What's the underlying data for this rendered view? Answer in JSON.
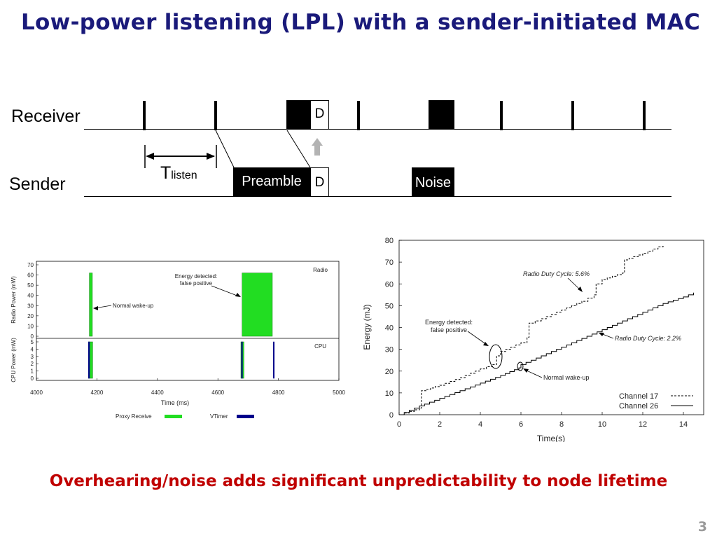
{
  "slide": {
    "title": "Low-power listening (LPL) with a sender-initiated MAC",
    "tagline": "Overhearing/noise adds significant unpredictability to node lifetime",
    "page_number": "3"
  },
  "timing_diagram": {
    "receiver_label": "Receiver",
    "sender_label": "Sender",
    "t_listen_main": "T",
    "t_listen_sub": "listen",
    "preamble_label": "Preamble",
    "data_label": "D",
    "noise_label": "Noise",
    "colors": {
      "blocks": "#000000",
      "arrow": "#b3b3b3"
    }
  },
  "chart_data": [
    {
      "type": "line",
      "panels": [
        {
          "name": "Radio",
          "ylabel": "Radio Power (mW)",
          "ylim": [
            0,
            70
          ],
          "yticks": [
            0,
            10,
            20,
            30,
            40,
            50,
            60,
            70
          ],
          "bars": [
            {
              "series": "Proxy Receive",
              "x_start": 4175,
              "x_end": 4185,
              "value": 62
            },
            {
              "series": "Proxy Receive",
              "x_start": 4680,
              "x_end": 4780,
              "value": 62
            }
          ],
          "annotations": [
            "Normal wake-up",
            "Energy detected:",
            "false positive"
          ]
        },
        {
          "name": "CPU",
          "ylabel": "CPU Power (mW)",
          "ylim": [
            0,
            5
          ],
          "yticks": [
            0,
            1,
            2,
            3,
            4,
            5
          ],
          "bars": [
            {
              "series": "Proxy Receive",
              "x_start": 4172,
              "x_end": 4186,
              "value": 5
            },
            {
              "series": "Proxy Receive",
              "x_start": 4676,
              "x_end": 4686,
              "value": 5
            },
            {
              "series": "VTimer",
              "x_start": 4172,
              "x_end": 4176,
              "value": 5
            },
            {
              "series": "VTimer",
              "x_start": 4678,
              "x_end": 4681,
              "value": 5
            },
            {
              "series": "VTimer",
              "x_start": 4783,
              "x_end": 4786,
              "value": 5
            }
          ]
        }
      ],
      "xlabel": "Time (ms)",
      "xlim": [
        4000,
        5000
      ],
      "xticks": [
        4000,
        4200,
        4400,
        4600,
        4800,
        5000
      ],
      "series": [
        {
          "name": "Proxy Receive",
          "color": "#22dd22"
        },
        {
          "name": "VTimer",
          "color": "#00008b"
        }
      ]
    },
    {
      "type": "line",
      "xlabel": "Time(s)",
      "ylabel": "Energy (mJ)",
      "xlim": [
        0,
        15
      ],
      "ylim": [
        0,
        80
      ],
      "xticks": [
        0,
        2,
        4,
        6,
        8,
        10,
        12,
        14
      ],
      "yticks": [
        0,
        10,
        20,
        30,
        40,
        50,
        60,
        70,
        80
      ],
      "series": [
        {
          "name": "Channel 17",
          "style": "dashed",
          "points": [
            [
              0,
              0
            ],
            [
              1,
              3
            ],
            [
              1.1,
              11
            ],
            [
              2,
              13.5
            ],
            [
              3,
              17
            ],
            [
              4,
              21
            ],
            [
              4.6,
              23
            ],
            [
              4.8,
              27
            ],
            [
              5,
              29
            ],
            [
              6,
              33
            ],
            [
              6.3,
              35.5
            ],
            [
              6.4,
              42
            ],
            [
              7,
              44
            ],
            [
              8,
              48
            ],
            [
              9,
              52
            ],
            [
              9.6,
              55
            ],
            [
              9.7,
              60
            ],
            [
              10,
              62
            ],
            [
              11,
              65
            ],
            [
              11.1,
              71
            ],
            [
              12,
              74
            ],
            [
              13,
              78
            ]
          ]
        },
        {
          "name": "Channel 26",
          "style": "solid",
          "points": [
            [
              0,
              0
            ],
            [
              1,
              4
            ],
            [
              2,
              7.5
            ],
            [
              3,
              11
            ],
            [
              4,
              14.5
            ],
            [
              5,
              18
            ],
            [
              5.9,
              21.5
            ],
            [
              6,
              23
            ],
            [
              7,
              27
            ],
            [
              8,
              31
            ],
            [
              9,
              35
            ],
            [
              10,
              39
            ],
            [
              11,
              43
            ],
            [
              12,
              47
            ],
            [
              13,
              51
            ],
            [
              14,
              54
            ],
            [
              14.5,
              56
            ]
          ]
        }
      ],
      "annotations": [
        "Radio Duty Cycle: 5.6%",
        "Radio Duty Cycle: 2.2%",
        "Energy detected:",
        "false positive",
        "Normal wake-up"
      ],
      "legend": "bottom-right"
    }
  ]
}
